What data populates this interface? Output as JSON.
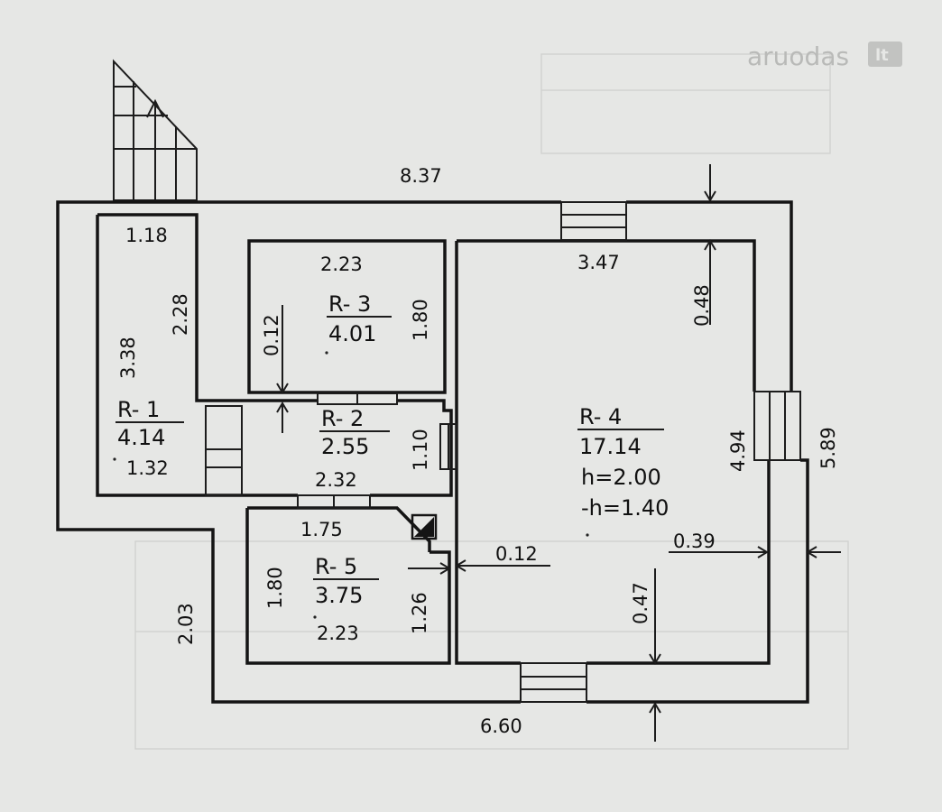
{
  "watermark": {
    "text": "aruodas",
    "suffix": "lt"
  },
  "dimensions": {
    "overall_width_top": "8.37",
    "overall_width_bottom": "6.60",
    "overall_height_right": "5.89",
    "left_upper": "3.38",
    "left_lower": "2.03",
    "r1_top": "1.18",
    "r1_height": "2.28",
    "r1_bottom": "1.32",
    "r3_width": "2.23",
    "r3_height": "1.80",
    "r3_wall": "0.12",
    "r2_width": "2.32",
    "r2_height": "1.10",
    "r5_top": "1.75",
    "r5_left": "1.80",
    "r5_right": "1.26",
    "r5_bottom": "2.23",
    "r4_top": "3.47",
    "r4_wall_top": "0.48",
    "r4_height": "4.94",
    "r4_wall_left": "0.12",
    "r4_wall_right": "0.39",
    "r4_wall_bottom": "0.47"
  },
  "rooms": {
    "r1": {
      "label": "R- 1",
      "area": "4.14"
    },
    "r2": {
      "label": "R- 2",
      "area": "2.55"
    },
    "r3": {
      "label": "R- 3",
      "area": "4.01"
    },
    "r4": {
      "label": "R- 4",
      "area": "17.14",
      "height": "h=2.00",
      "sub_height": "-h=1.40"
    },
    "r5": {
      "label": "R- 5",
      "area": "3.75"
    }
  }
}
